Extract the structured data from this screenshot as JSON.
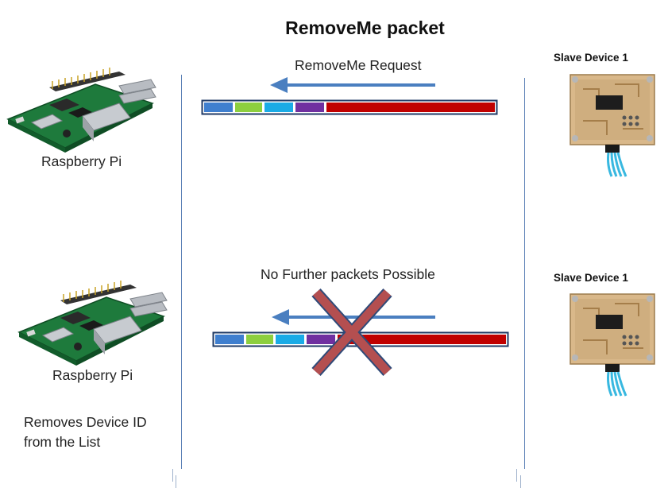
{
  "diagram": {
    "title": "RemoveMe packet",
    "top_row": {
      "host_label": "Raspberry Pi",
      "message_label": "RemoveMe Request",
      "device_label": "Slave Device 1"
    },
    "bottom_row": {
      "host_label": "Raspberry Pi",
      "message_label": "No Further packets Possible",
      "device_label": "Slave Device 1",
      "host_note_line1": "Removes Device ID",
      "host_note_line2": "from the List"
    },
    "packet_segment_colors": [
      "#3f7fcf",
      "#8dcf3f",
      "#1aabe6",
      "#7030a0",
      "#c00000"
    ],
    "arrow_color": "#4a7fc0",
    "cross_color": "#c0504d"
  }
}
